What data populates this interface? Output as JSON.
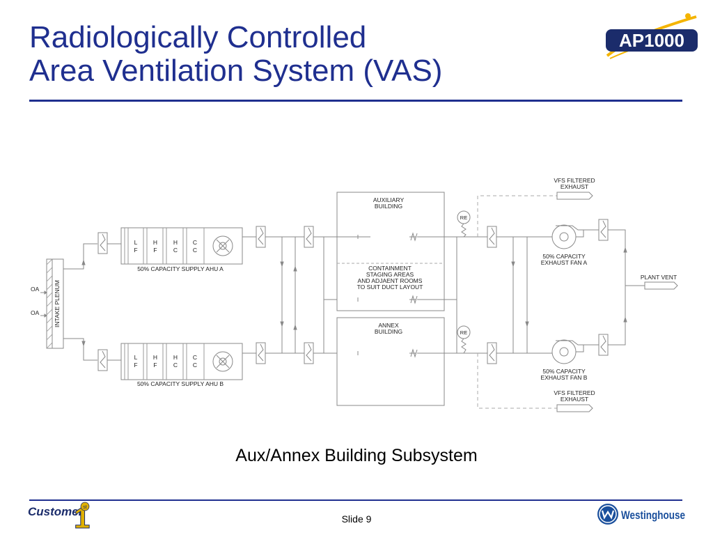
{
  "title": {
    "line1": "Radiologically Controlled",
    "line2": "Area Ventilation System (VAS)"
  },
  "logo_ap1000": "AP1000",
  "diagram": {
    "intake_plenum": "INTAKE PLENUM",
    "oa_label": "OA",
    "coil_labels": [
      {
        "top": "L",
        "bottom": "F"
      },
      {
        "top": "H",
        "bottom": "F"
      },
      {
        "top": "H",
        "bottom": "C"
      },
      {
        "top": "C",
        "bottom": "C"
      }
    ],
    "ahu_a": "50% CAPACITY SUPPLY AHU A",
    "ahu_b": "50% CAPACITY SUPPLY AHU B",
    "auxiliary_building": [
      "AUXILIARY",
      "BUILDING"
    ],
    "containment": [
      "CONTAINMENT",
      "STAGING AREAS",
      "AND ADJAENT ROOMS",
      "TO SUIT DUCT LAYOUT"
    ],
    "annex_building": [
      "ANNEX",
      "BUILDING"
    ],
    "re_label": "RE",
    "vfs_filtered_exhaust": [
      "VFS FILTERED",
      "EXHAUST"
    ],
    "exhaust_fan_a": [
      "50% CAPACITY",
      "EXHAUST FAN A"
    ],
    "exhaust_fan_b": [
      "50% CAPACITY",
      "EXHAUST FAN B"
    ],
    "plant_vent": "PLANT VENT"
  },
  "caption": "Aux/Annex Building Subsystem",
  "footer": {
    "slide": "Slide 9",
    "customer_logo": "Customer",
    "customer_number": "1",
    "customer_superscript": "st",
    "westinghouse_logo": "Westinghouse"
  },
  "colors": {
    "title_blue": "#1f2f8f",
    "line_gray": "#888888",
    "ap1000_yellow": "#f4b400",
    "ap1000_navy": "#1b2c6b",
    "westinghouse_blue": "#1a4f9c"
  }
}
